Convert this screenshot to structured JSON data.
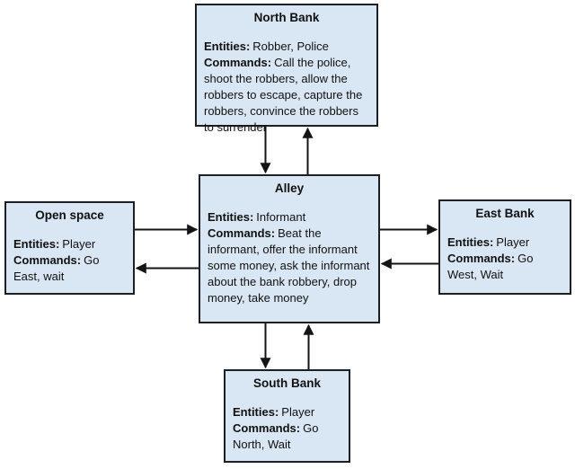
{
  "diagram": {
    "background_color": "#ffffff",
    "node_fill_color": "#d9e6f4",
    "node_border_color": "#1c1f24",
    "arrow_color": "#141414",
    "nodes": [
      {
        "id": "north-bank",
        "title": "North Bank",
        "entities_label": "Entities:",
        "entities": "Robber, Police",
        "commands_label": "Commands:",
        "commands": "Call the police, shoot the robbers, allow the robbers to escape, capture the robbers, convince the robbers to surrender"
      },
      {
        "id": "alley",
        "title": "Alley",
        "entities_label": "Entities:",
        "entities": "Informant",
        "commands_label": "Commands:",
        "commands": "Beat the informant, offer the informant some money, ask the informant about the bank robbery, drop money, take money"
      },
      {
        "id": "open-space",
        "title": "Open space",
        "entities_label": "Entities:",
        "entities": "Player",
        "commands_label": "Commands:",
        "commands": "Go East, wait"
      },
      {
        "id": "east-bank",
        "title": "East Bank",
        "entities_label": "Entities:",
        "entities": "Player",
        "commands_label": "Commands:",
        "commands": "Go West, Wait"
      },
      {
        "id": "south-bank",
        "title": "South Bank",
        "entities_label": "Entities:",
        "entities": "Player",
        "commands_label": "Commands:",
        "commands": "Go North, Wait"
      }
    ],
    "edges": [
      {
        "from": "north-bank",
        "to": "alley"
      },
      {
        "from": "alley",
        "to": "north-bank"
      },
      {
        "from": "open-space",
        "to": "alley"
      },
      {
        "from": "alley",
        "to": "open-space"
      },
      {
        "from": "alley",
        "to": "east-bank"
      },
      {
        "from": "east-bank",
        "to": "alley"
      },
      {
        "from": "alley",
        "to": "south-bank"
      },
      {
        "from": "south-bank",
        "to": "alley"
      }
    ]
  }
}
